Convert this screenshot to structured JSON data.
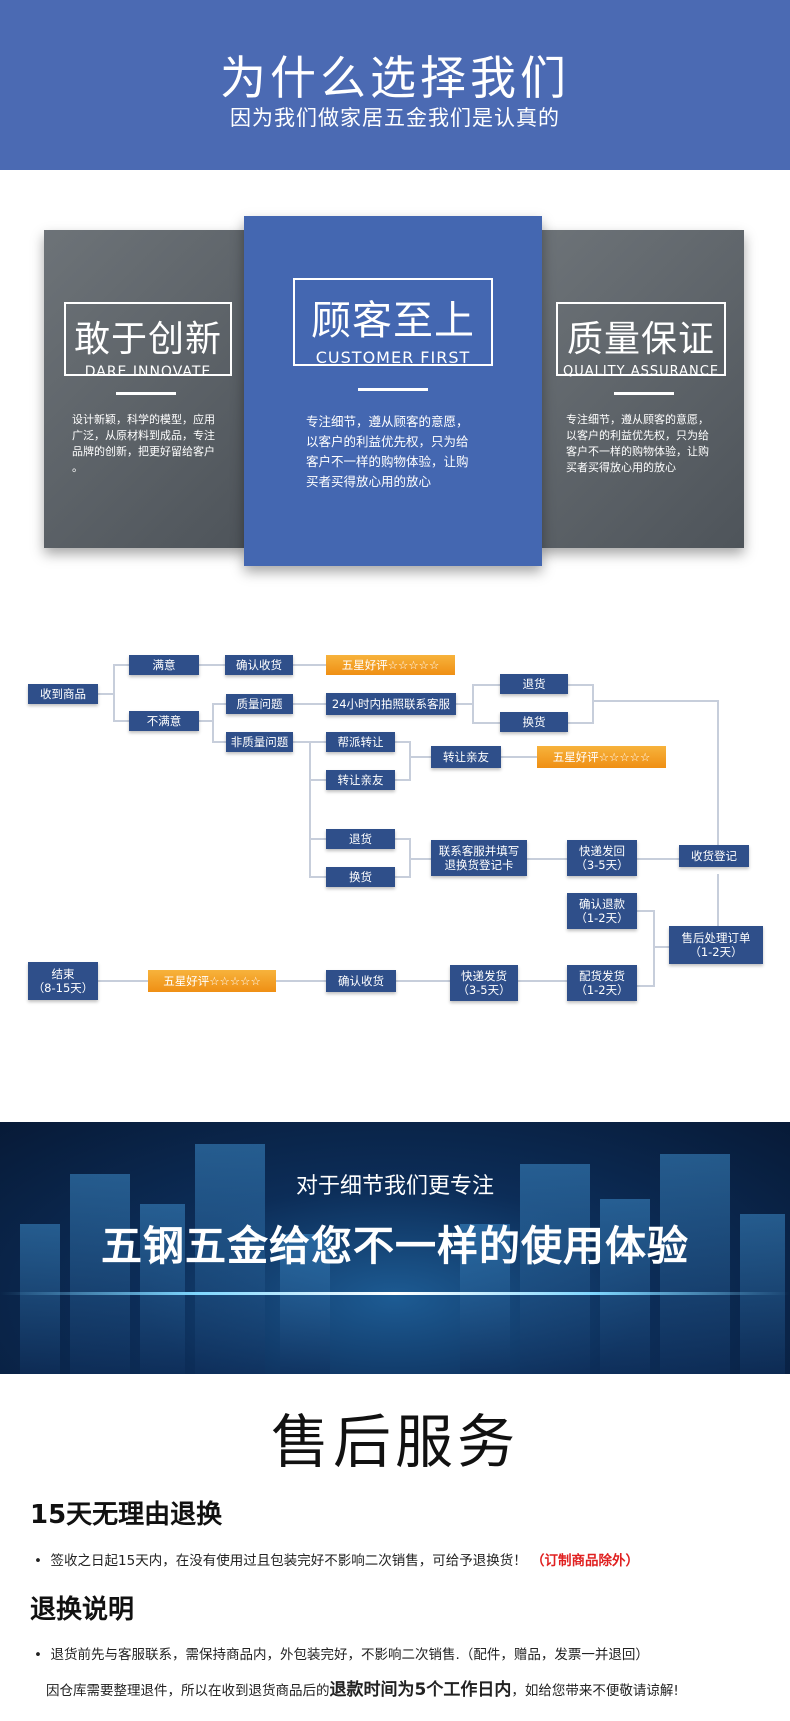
{
  "header": {
    "title": "为什么选择我们",
    "subtitle": "因为我们做家居五金我们是认真的"
  },
  "cards": [
    {
      "zh": "敢于创新",
      "en": "DARE INNOVATE",
      "desc": [
        "设计新颖，科学的模型，应用",
        "广泛，从原材料到成品，专注",
        "品牌的创新，把更好留给客户",
        "。"
      ]
    },
    {
      "zh": "顾客至上",
      "en": "CUSTOMER FIRST",
      "desc": [
        "专注细节，遵从顾客的意愿，",
        "以客户的利益优先权，只为给",
        "客户不一样的购物体验，让购",
        "买者买得放心用的放心"
      ]
    },
    {
      "zh": "质量保证",
      "en": "QUALITY ASSURANCE",
      "desc": [
        "专注细节，遵从顾客的意愿，",
        "以客户的利益优先权，只为给",
        "客户不一样的购物体验，让购",
        "买者买得放心用的放心"
      ]
    }
  ],
  "flow": {
    "receive": "收到商品",
    "satisfied": "满意",
    "unsatisfied": "不满意",
    "confirm1": "确认收货",
    "five_star1": "五星好评☆☆☆☆☆",
    "quality_issue": "质量问题",
    "non_quality_issue": "非质量问题",
    "contact_24h": "24小时内拍照联系客服",
    "return1": "退货",
    "exchange1": "换货",
    "help_transfer": "帮派转让",
    "transfer_friend1": "转让亲友",
    "transfer_friend2": "转让亲友",
    "five_star2": "五星好评☆☆☆☆☆",
    "return2": "退货",
    "exchange2": "换货",
    "fill_card": [
      "联系客服并填写",
      "退换货登记卡"
    ],
    "ship_back": [
      "快递发回",
      "（3-5天）"
    ],
    "register": "收货登记",
    "confirm_refund": [
      "确认退款",
      "（1-2天）"
    ],
    "process_order": [
      "售后处理订单",
      "（1-2天）"
    ],
    "dispatch": [
      "配货发货",
      "（1-2天）"
    ],
    "express": [
      "快递发货",
      "（3-5天）"
    ],
    "confirm2": "确认收货",
    "five_star3": "五星好评☆☆☆☆☆",
    "end": [
      "结束",
      "（8-15天）"
    ]
  },
  "banner": {
    "subtitle": "对于细节我们更专注",
    "title": "五钢五金给您不一样的使用体验"
  },
  "after_sale": {
    "title": "售后服务",
    "h1": "15天无理由退换",
    "b1_text": "签收之日起15天内，在没有使用过且包装完好不影响二次销售，可给予退换货！",
    "b1_red": "（订制商品除外）",
    "h2": "退换说明",
    "b2": "退货前先与客服联系，需保持商品内，外包装完好，不影响二次销售.（配件，赠品，发票一并退回）",
    "b3_pre": "因仓库需要整理退件，所以在收到退货商品后的",
    "b3_bold": "退款时间为5个工作日内",
    "b3_post": "，如给您带来不便敬请谅解!"
  },
  "colors": {
    "header": "#4b6ab3",
    "card_mid": "#4467b1",
    "flow_box": "#2f4f8a",
    "flow_star": "#f2a024",
    "highlight": "#e02020"
  }
}
